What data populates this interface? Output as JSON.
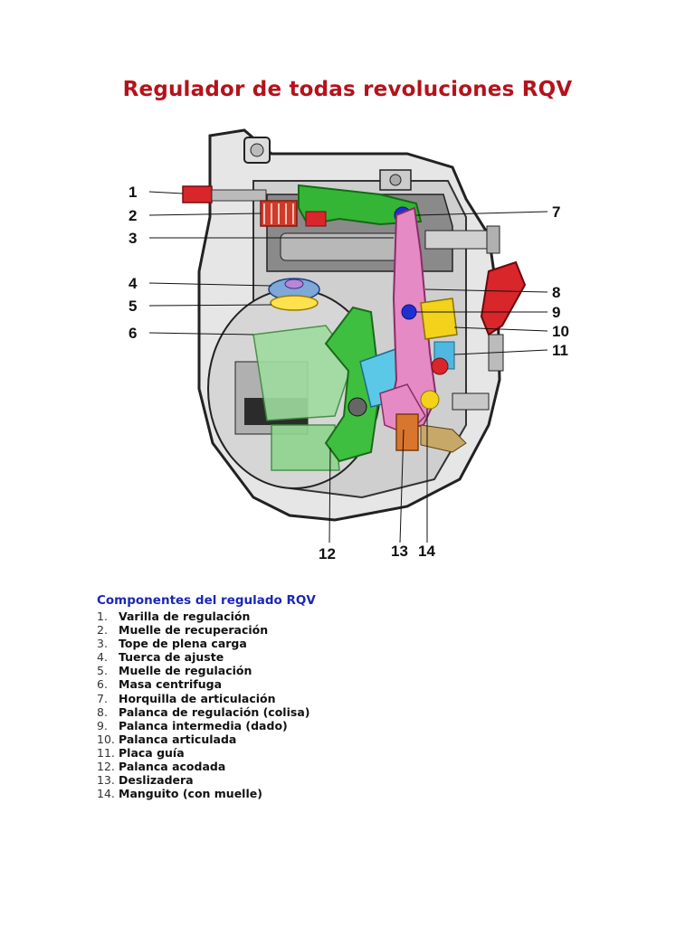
{
  "title": "Regulador de todas revoluciones RQV",
  "diagram": {
    "callouts": [
      "1",
      "2",
      "3",
      "4",
      "5",
      "6",
      "7",
      "8",
      "9",
      "10",
      "11",
      "12",
      "13",
      "14"
    ]
  },
  "legend": {
    "title": "Componentes del regulado RQV",
    "items": [
      {
        "num": "1.",
        "label": "Varilla de regulación"
      },
      {
        "num": "2.",
        "label": "Muelle de recuperación"
      },
      {
        "num": "3.",
        "label": "Tope de plena carga"
      },
      {
        "num": "4.",
        "label": "Tuerca de ajuste"
      },
      {
        "num": "5.",
        "label": "Muelle de regulación"
      },
      {
        "num": "6.",
        "label": "Masa centrifuga"
      },
      {
        "num": "7.",
        "label": "Horquilla de articulación"
      },
      {
        "num": "8.",
        "label": "Palanca de regulación (colisa)"
      },
      {
        "num": "9.",
        "label": "Palanca intermedia (dado)"
      },
      {
        "num": "10.",
        "label": "Palanca articulada"
      },
      {
        "num": "11.",
        "label": "Placa guía"
      },
      {
        "num": "12.",
        "label": "Palanca acodada"
      },
      {
        "num": "13.",
        "label": "Deslizadera"
      },
      {
        "num": "14.",
        "label": "Manguito (con muelle)"
      }
    ]
  },
  "colors": {
    "title": "#b5121b",
    "legend_title": "#1b27b8",
    "varilla": "#d8262b",
    "horquilla": "#35b535",
    "palanca": "#e58ac4",
    "masa": "#3fbf3f",
    "placa": "#5cc8e8",
    "deslizadera": "#d9762e",
    "dado": "#2030d0"
  }
}
